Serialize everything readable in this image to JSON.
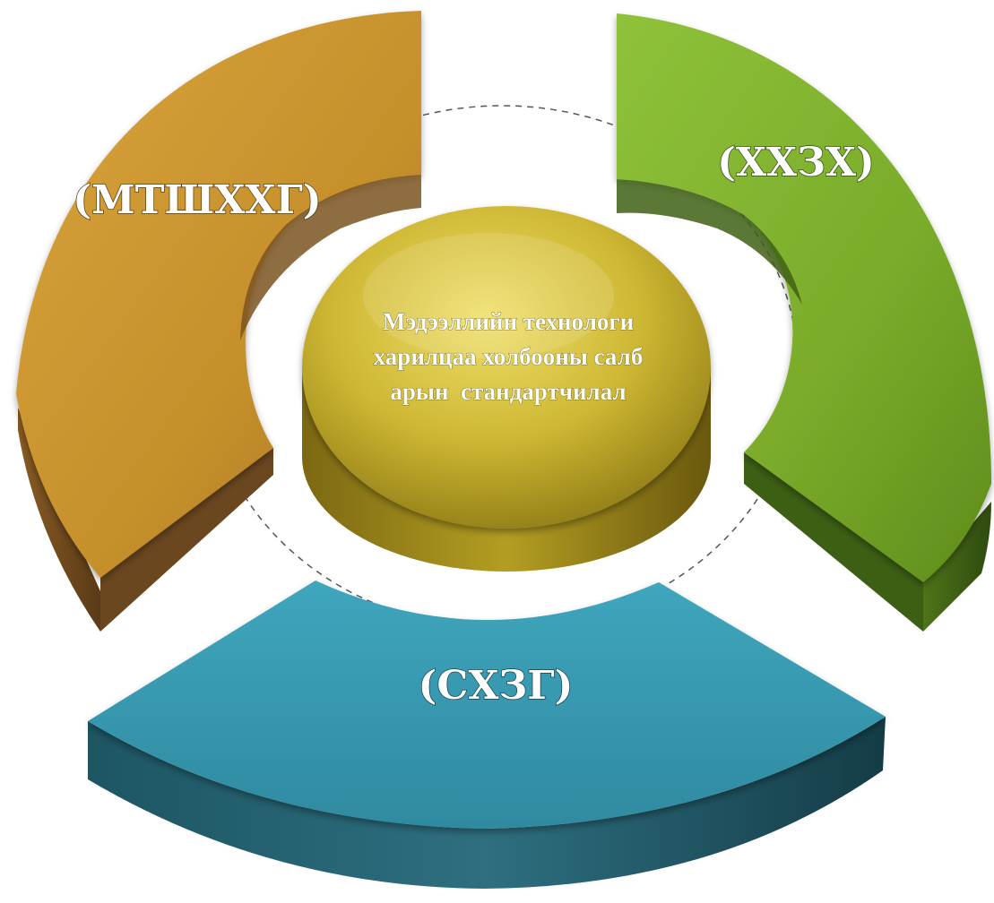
{
  "diagram": {
    "segments": [
      {
        "id": "left",
        "label": "(МТШХХГ)",
        "color": "#c9962e",
        "side_color": "#6e4a1e"
      },
      {
        "id": "right",
        "label": "(ХХЗХ)",
        "color": "#7fae2b",
        "side_color": "#3b5c14"
      },
      {
        "id": "bottom",
        "label": "(СХЗГ)",
        "color": "#3a9cb2",
        "side_color": "#184a57"
      }
    ],
    "center": {
      "lines": [
        "Мэдээллийн технологи",
        "харилцаа холбооны салб",
        "арын  стандартчилал"
      ],
      "color": "#c8b12c"
    }
  }
}
